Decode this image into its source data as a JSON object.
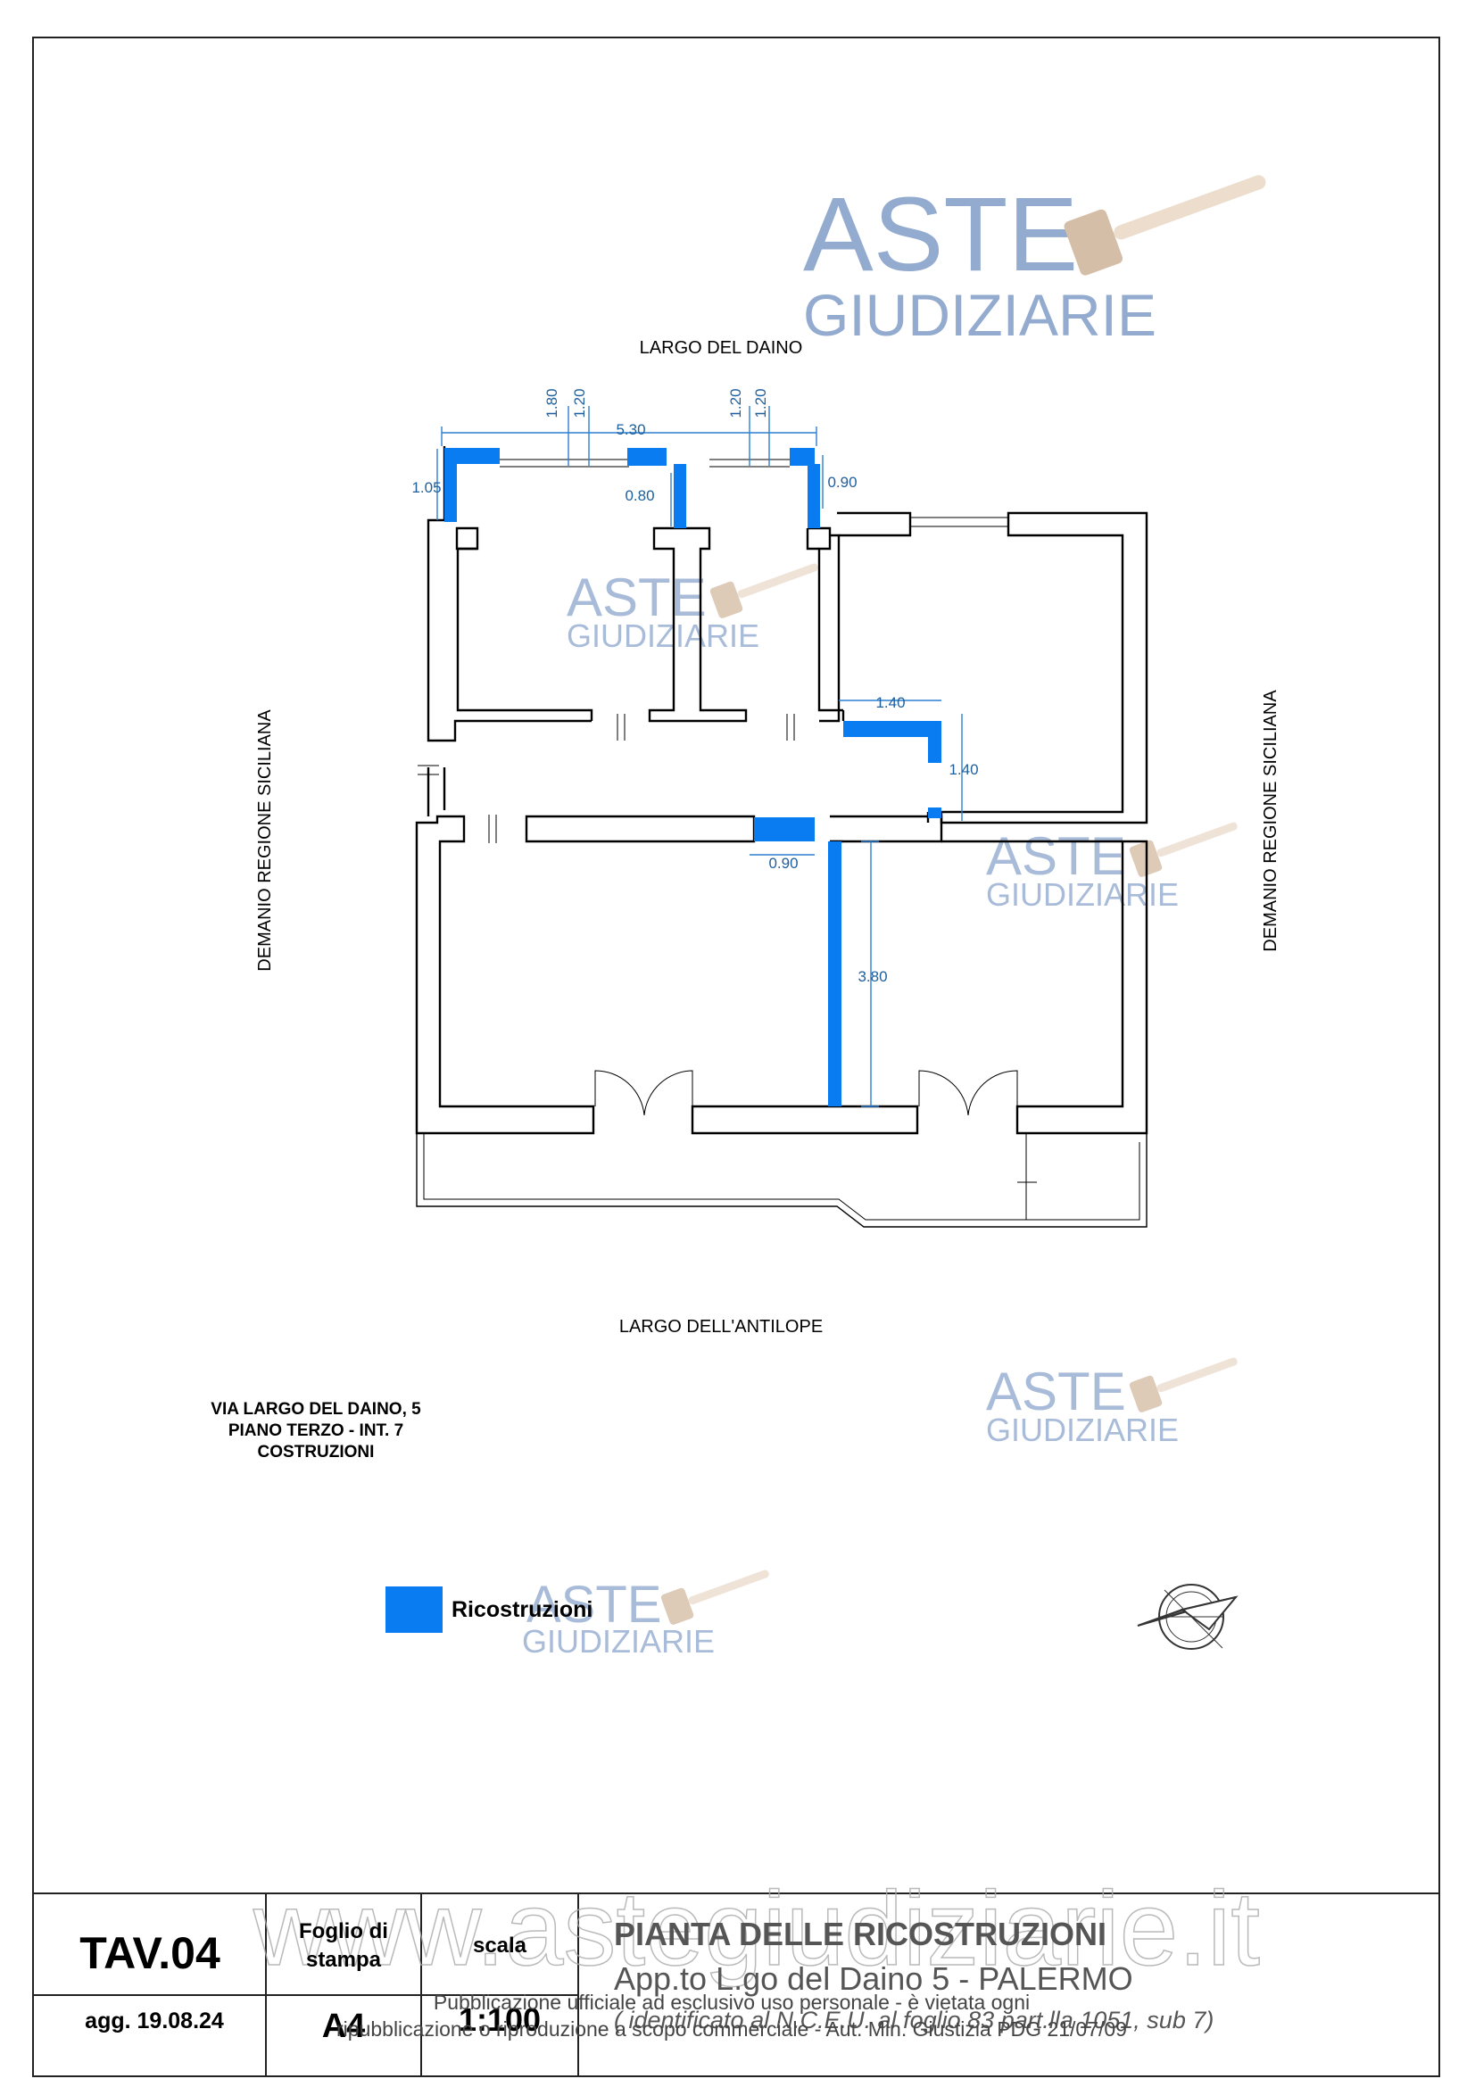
{
  "drawing": {
    "top_street": "LARGO DEL DAINO",
    "bottom_street": "LARGO DELL'ANTILOPE",
    "left_side": "DEMANIO REGIONE SICILIANA",
    "right_side": "DEMANIO REGIONE SICILIANA",
    "dimensions": {
      "top_total": "5.30",
      "win1_a": "1.80",
      "win1_b": "1.20",
      "win2_a": "1.20",
      "win2_b": "1.20",
      "left_return": "1.05",
      "mid_stub": "0.80",
      "right_return": "0.90",
      "corr_horizontal": "1.40",
      "corr_vertical": "1.40",
      "door_gap": "0.90",
      "partition": "3.80"
    }
  },
  "address": {
    "line1": "VIA LARGO DEL DAINO, 5",
    "line2": "PIANO TERZO - INT. 7",
    "line3": "COSTRUZIONI"
  },
  "legend": {
    "label": "Ricostruzioni",
    "color": "#0a7cf2"
  },
  "watermark": {
    "brand_line1": "ASTE",
    "brand_line2": "GIUDIZIARIE",
    "url": "www.astegiudiziarie.it",
    "notice_line1": "Pubblicazione ufficiale ad esclusivo uso personale - è vietata ogni",
    "notice_line2": "ripubblicazione o riproduzione a scopo commerciale - Aut. Min. Giustizia PDG 21/07/09"
  },
  "title_block": {
    "sheet_no": "TAV.04",
    "date": "agg. 19.08.24",
    "paper_label": "Foglio di stampa",
    "paper_value": "A4",
    "scale_label": "scala",
    "scale_value": "1:100",
    "title": "PIANTA DELLE RICOSTRUZIONI",
    "subtitle": "App.to L.go del Daino 5 - PALERMO",
    "cadastral": "( identificato al N.C.E.U. al foglio 83 part.lla 1051, sub 7)"
  }
}
